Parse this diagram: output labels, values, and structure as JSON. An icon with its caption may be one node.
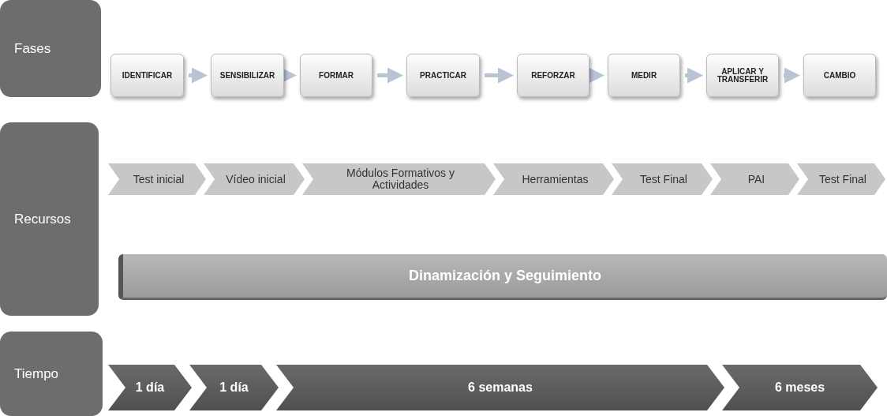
{
  "diagram": {
    "nodes": [
      {
        "text": [
          "Fases"
        ]
      },
      {
        "text": [
          "IDENTIFICAR"
        ]
      },
      {
        "text": [
          "SENSIBILIZAR"
        ]
      },
      {
        "text": [
          "FORMAR"
        ]
      },
      {
        "text": [
          "PRACTICAR"
        ]
      },
      {
        "text": [
          "REFORZAR"
        ]
      },
      {
        "text": [
          "MEDIR"
        ]
      },
      {
        "text": [
          "APLICAR Y TRANSFERIR"
        ]
      },
      {
        "text": [
          "CAMBIO"
        ]
      },
      {
        "text": [
          "Recursos"
        ]
      },
      {
        "text": [
          "Test inicial"
        ]
      },
      {
        "text": [
          "Vídeo inicial"
        ]
      },
      {
        "text": [
          "Módulos Formativos y Actividades"
        ]
      },
      {
        "text": [
          "Herramientas"
        ]
      },
      {
        "text": [
          "Test Final"
        ]
      },
      {
        "text": [
          "PAI"
        ]
      },
      {
        "text": [
          "Test Final"
        ]
      },
      {
        "text": [
          "Dinamización y Seguimiento"
        ]
      },
      {
        "text": [
          "Tiempo"
        ]
      },
      {
        "text": [
          "1 día"
        ]
      },
      {
        "text": [
          "1 día"
        ]
      },
      {
        "text": [
          "6 semanas"
        ]
      },
      {
        "text": [
          "6 meses"
        ]
      }
    ],
    "edges": [
      {
        "from": 1,
        "to": 2,
        "arrow": "to"
      },
      {
        "from": 2,
        "to": 3,
        "arrow": "to"
      },
      {
        "from": 3,
        "to": 4,
        "arrow": "to"
      },
      {
        "from": 4,
        "to": 5,
        "arrow": "to"
      },
      {
        "from": 5,
        "to": 6,
        "arrow": "to"
      },
      {
        "from": 6,
        "to": 7,
        "arrow": "to"
      },
      {
        "from": 7,
        "to": 8,
        "arrow": "to"
      }
    ]
  }
}
